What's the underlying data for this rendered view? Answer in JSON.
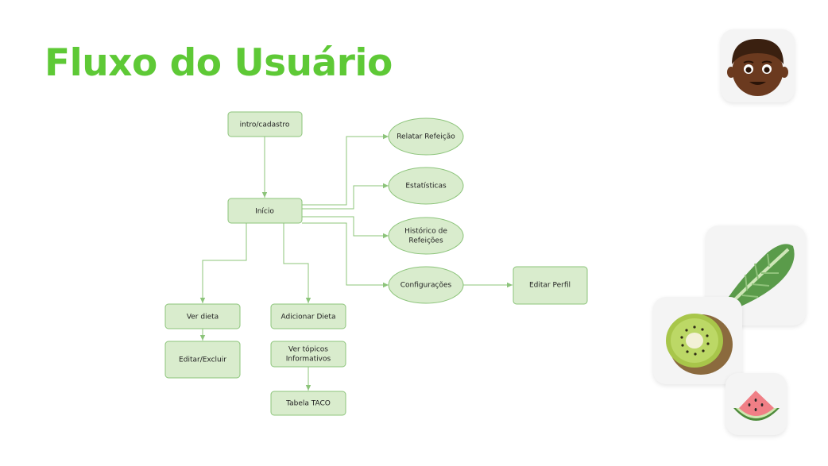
{
  "title": "Fluxo do Usuário",
  "colors": {
    "title": "#5ec936",
    "node_fill": "#d9eccd",
    "node_stroke": "#8cc47a",
    "arrow": "#8cc47a"
  },
  "nodes": {
    "intro": "intro/cadastro",
    "inicio": "Início",
    "relatar": "Relatar Refeição",
    "estatisticas": "Estatísticas",
    "historico_l1": "Histórico de",
    "historico_l2": "Refeições",
    "configuracoes": "Configurações",
    "editar_perfil": "Editar Perfil",
    "ver_dieta": "Ver dieta",
    "adicionar_dieta": "Adicionar Dieta",
    "editar_excluir": "Editar/Excluir",
    "topicos_l1": "Ver tópicos",
    "topicos_l2": "Informativos",
    "tabela_taco": "Tabela TACO"
  },
  "decorations": [
    "boy-avatar-icon",
    "lettuce-icon",
    "kiwi-icon",
    "watermelon-icon"
  ]
}
